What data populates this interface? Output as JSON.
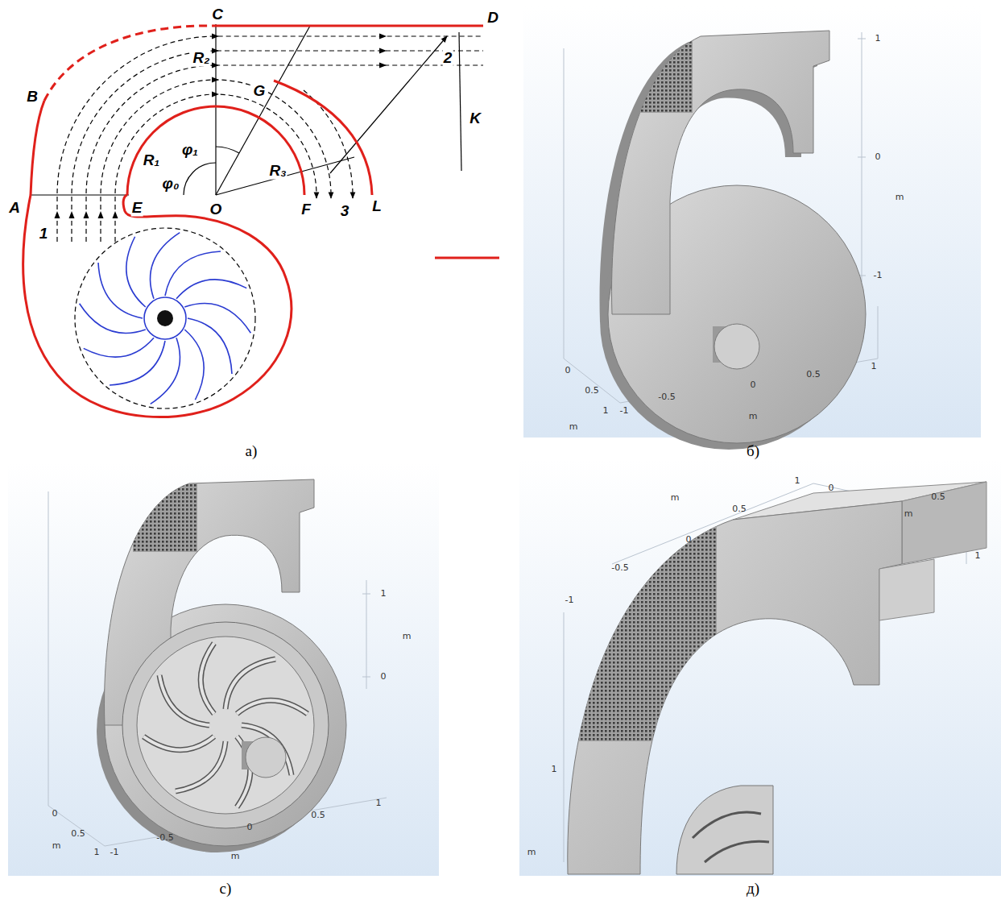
{
  "diagram": {
    "labels": [
      "C",
      "D",
      "R₂",
      "2",
      "B",
      "G",
      "K",
      "R₁",
      "φ₁",
      "R₃",
      "A",
      "φ₀",
      "E",
      "O",
      "F",
      "3",
      "L",
      "1",
      "а)",
      "1",
      "0",
      "m",
      "-1",
      "0",
      "0.5",
      "1",
      "m",
      "-1",
      "-0.5",
      "0",
      "0.5",
      "1",
      "m",
      "б)",
      "1",
      "m",
      "0",
      "0",
      "0.5",
      "m",
      "1",
      "-1",
      "-0.5",
      "0",
      "0.5",
      "1",
      "m",
      "с)",
      "1",
      "0",
      "m",
      "0.5",
      "0.5",
      "m",
      "0",
      "-0.5",
      "1",
      "-1",
      "1",
      "m",
      "д)"
    ]
  }
}
